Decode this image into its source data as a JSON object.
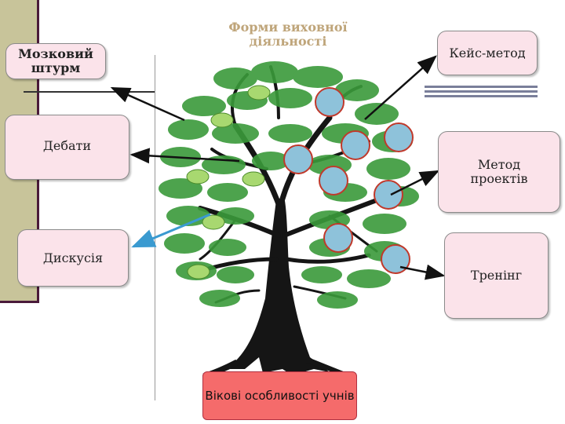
{
  "title": "Форми виховної діяльності",
  "boxes": {
    "brainstorm": "Мозковий штурм",
    "case_method": "Кейс-метод",
    "debates": "Дебати",
    "project_method": "Метод проектів",
    "discussion": "Дискусія",
    "training": "Тренінг"
  },
  "base": "Вікові особливості учнів",
  "colors": {
    "box_fill": "#fbe3ea",
    "base_fill": "#f56b6b",
    "circle_fill": "#8ec2da",
    "circle_stroke": "#c0392b",
    "leaf_green": "#3a9a3a",
    "leaf_light": "#a8d870",
    "arrow_blue": "#3a9ad0"
  }
}
